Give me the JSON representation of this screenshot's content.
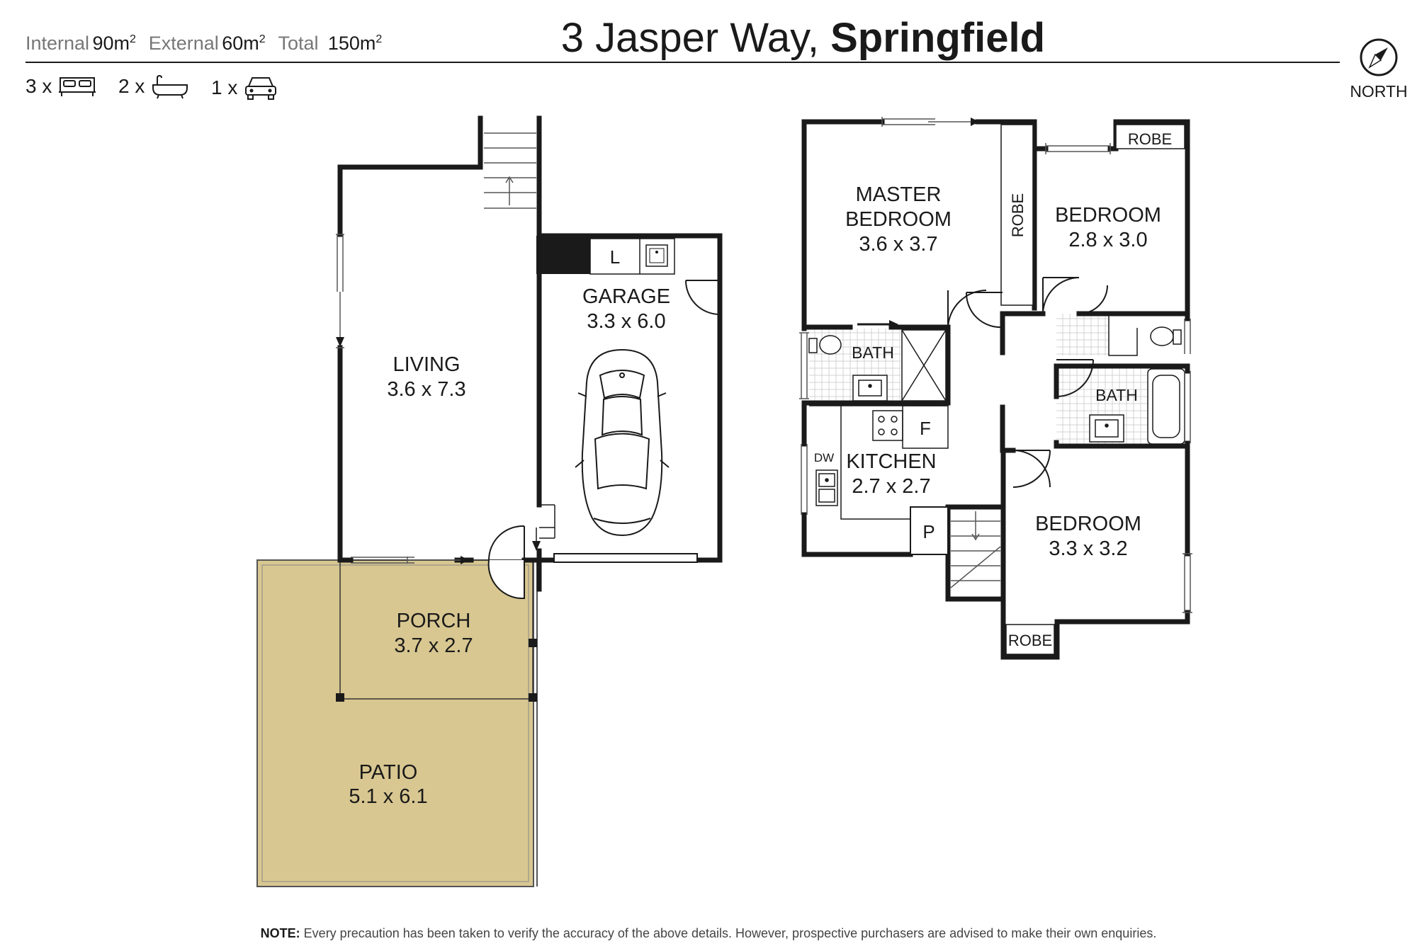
{
  "header": {
    "internal_label": "Internal",
    "internal_value": "90m",
    "external_label": "External",
    "external_value": "60m",
    "total_label": "Total",
    "total_value": "150m",
    "area_unit_superscript": "2",
    "street": "3 Jasper Way,",
    "suburb": "Springfield",
    "compass_label": "NORTH"
  },
  "features": {
    "bedrooms": "3 x",
    "bathrooms": "2 x",
    "car_spaces": "1 x",
    "bed_icon": "bed-icon",
    "bath_icon": "bathtub-icon",
    "car_icon": "car-icon"
  },
  "rooms": {
    "living": {
      "name": "LIVING",
      "size": "3.6 x 7.3"
    },
    "garage": {
      "name": "GARAGE",
      "size": "3.3 x 6.0"
    },
    "porch": {
      "name": "PORCH",
      "size": "3.7 x 2.7"
    },
    "patio": {
      "name": "PATIO",
      "size": "5.1 x 6.1"
    },
    "master_bedroom": {
      "name_line1": "MASTER",
      "name_line2": "BEDROOM",
      "size": "3.6 x 3.7"
    },
    "bedroom_2": {
      "name": "BEDROOM",
      "size": "2.8 x 3.0"
    },
    "bedroom_3": {
      "name": "BEDROOM",
      "size": "3.3 x 3.2"
    },
    "kitchen": {
      "name": "KITCHEN",
      "size": "2.7 x 2.7"
    }
  },
  "fixtures": {
    "laundry": "L",
    "bath_1": "BATH",
    "bath_2": "BATH",
    "robe_master": "ROBE",
    "robe_bed2": "ROBE",
    "robe_bed3": "ROBE",
    "fridge": "F",
    "dishwasher": "DW",
    "pantry": "P"
  },
  "colors": {
    "wall": "#1a1a1a",
    "patio_fill": "#d8c791",
    "tile_grid": "#c8c8c8"
  },
  "note": {
    "label": "NOTE:",
    "text": "Every precaution has been taken to verify the accuracy of the above details. However, prospective purchasers are advised to make their own enquiries."
  }
}
